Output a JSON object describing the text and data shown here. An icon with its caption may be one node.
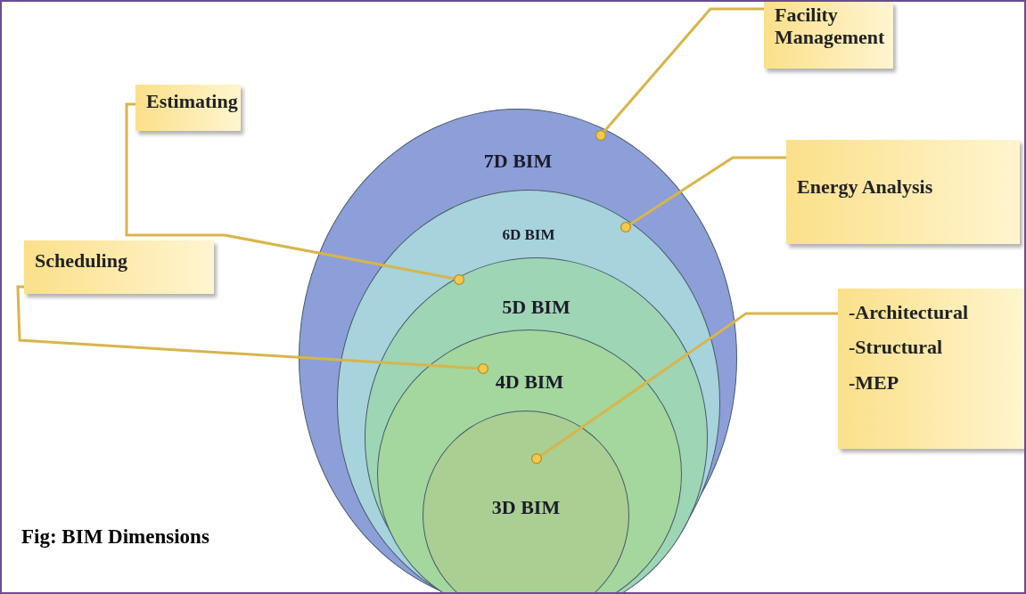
{
  "diagram": {
    "caption": "Fig: BIM Dimensions",
    "nodes": [
      {
        "text": [
          "7D BIM"
        ]
      },
      {
        "text": [
          "6D BIM"
        ],
        "in": 0
      },
      {
        "text": [
          "5D BIM"
        ],
        "in": 1
      },
      {
        "text": [
          "4D BIM"
        ],
        "in": 2
      },
      {
        "text": [
          "3D BIM"
        ],
        "in": 3
      },
      {
        "text": [
          "Facility Management"
        ]
      },
      {
        "text": [
          "Estimating"
        ]
      },
      {
        "text": [
          "Energy Analysis"
        ]
      },
      {
        "text": [
          "Scheduling"
        ]
      },
      {
        "text": [
          "-Architectural",
          "-Structural",
          "-MEP"
        ]
      }
    ],
    "edges": [
      {
        "from": 5,
        "to": 0,
        "arrow": "other"
      },
      {
        "from": 7,
        "to": 1,
        "arrow": "other"
      },
      {
        "from": 6,
        "to": 2,
        "arrow": "other"
      },
      {
        "from": 8,
        "to": 3,
        "arrow": "other"
      },
      {
        "from": 9,
        "to": 4,
        "arrow": "other"
      }
    ]
  }
}
